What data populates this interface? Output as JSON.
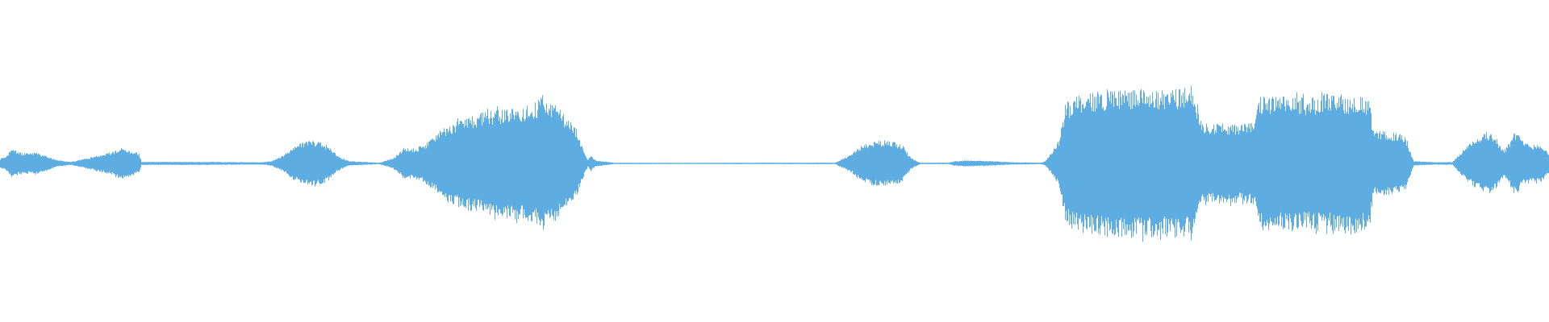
{
  "waveform": {
    "color": "#5dade2",
    "background": "#ffffff",
    "duration_units": 1920,
    "amplitude_scale": 100,
    "envelope": [
      [
        0,
        6
      ],
      [
        8,
        10
      ],
      [
        14,
        20
      ],
      [
        22,
        15
      ],
      [
        32,
        13
      ],
      [
        45,
        14
      ],
      [
        58,
        9
      ],
      [
        72,
        4
      ],
      [
        88,
        2
      ],
      [
        100,
        5
      ],
      [
        112,
        8
      ],
      [
        128,
        12
      ],
      [
        138,
        15
      ],
      [
        150,
        20
      ],
      [
        162,
        17
      ],
      [
        172,
        13
      ],
      [
        175,
        2
      ],
      [
        200,
        2
      ],
      [
        260,
        2
      ],
      [
        320,
        1.5
      ],
      [
        330,
        2
      ],
      [
        338,
        4
      ],
      [
        350,
        10
      ],
      [
        362,
        20
      ],
      [
        375,
        28
      ],
      [
        390,
        30
      ],
      [
        405,
        24
      ],
      [
        418,
        10
      ],
      [
        432,
        3
      ],
      [
        470,
        1
      ],
      [
        485,
        6
      ],
      [
        492,
        11
      ],
      [
        500,
        20
      ],
      [
        510,
        19
      ],
      [
        520,
        22
      ],
      [
        530,
        28
      ],
      [
        545,
        42
      ],
      [
        565,
        55
      ],
      [
        585,
        62
      ],
      [
        605,
        68
      ],
      [
        620,
        70
      ],
      [
        640,
        72
      ],
      [
        660,
        75
      ],
      [
        672,
        88
      ],
      [
        680,
        80
      ],
      [
        692,
        72
      ],
      [
        705,
        56
      ],
      [
        715,
        42
      ],
      [
        722,
        20
      ],
      [
        728,
        5
      ],
      [
        732,
        10
      ],
      [
        738,
        4
      ],
      [
        760,
        1
      ],
      [
        850,
        0.8
      ],
      [
        950,
        1
      ],
      [
        1035,
        1
      ],
      [
        1042,
        5
      ],
      [
        1055,
        12
      ],
      [
        1065,
        22
      ],
      [
        1080,
        28
      ],
      [
        1095,
        30
      ],
      [
        1108,
        28
      ],
      [
        1118,
        24
      ],
      [
        1128,
        8
      ],
      [
        1140,
        1
      ],
      [
        1175,
        1
      ],
      [
        1182,
        3
      ],
      [
        1200,
        4
      ],
      [
        1230,
        3
      ],
      [
        1255,
        1.5
      ],
      [
        1290,
        1
      ],
      [
        1295,
        3
      ],
      [
        1302,
        12
      ],
      [
        1312,
        30
      ],
      [
        1320,
        75
      ],
      [
        1335,
        88
      ],
      [
        1360,
        92
      ],
      [
        1380,
        95
      ],
      [
        1400,
        96
      ],
      [
        1420,
        95
      ],
      [
        1440,
        94
      ],
      [
        1460,
        96
      ],
      [
        1480,
        93
      ],
      [
        1488,
        55
      ],
      [
        1500,
        52
      ],
      [
        1520,
        51
      ],
      [
        1540,
        52
      ],
      [
        1555,
        53
      ],
      [
        1560,
        85
      ],
      [
        1575,
        88
      ],
      [
        1590,
        86
      ],
      [
        1605,
        87
      ],
      [
        1620,
        85
      ],
      [
        1640,
        88
      ],
      [
        1655,
        87
      ],
      [
        1670,
        88
      ],
      [
        1690,
        86
      ],
      [
        1698,
        78
      ],
      [
        1702,
        40
      ],
      [
        1712,
        42
      ],
      [
        1725,
        40
      ],
      [
        1735,
        38
      ],
      [
        1742,
        35
      ],
      [
        1746,
        20
      ],
      [
        1752,
        3
      ],
      [
        1780,
        1.5
      ],
      [
        1800,
        2
      ],
      [
        1806,
        9
      ],
      [
        1815,
        20
      ],
      [
        1828,
        32
      ],
      [
        1842,
        40
      ],
      [
        1852,
        37
      ],
      [
        1858,
        25
      ],
      [
        1865,
        18
      ],
      [
        1878,
        42
      ],
      [
        1888,
        28
      ],
      [
        1898,
        24
      ],
      [
        1910,
        25
      ],
      [
        1920,
        12
      ]
    ]
  }
}
